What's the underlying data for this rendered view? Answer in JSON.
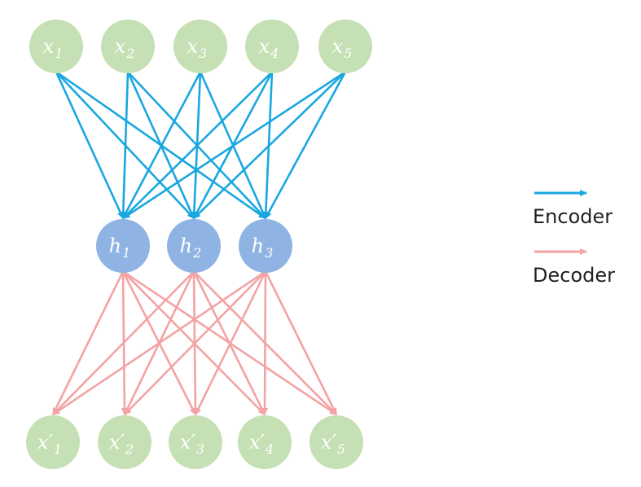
{
  "colors": {
    "input_node": "#c5e0b4",
    "hidden_node": "#8fb4e3",
    "output_node": "#c5e0b4",
    "encoder_edge": "#1aa7e0",
    "decoder_edge": "#f3a3a3"
  },
  "input_nodes": [
    {
      "var": "x",
      "sub": "1"
    },
    {
      "var": "x",
      "sub": "2"
    },
    {
      "var": "x",
      "sub": "3"
    },
    {
      "var": "x",
      "sub": "4"
    },
    {
      "var": "x",
      "sub": "5"
    }
  ],
  "hidden_nodes": [
    {
      "var": "h",
      "sub": "1"
    },
    {
      "var": "h",
      "sub": "2"
    },
    {
      "var": "h",
      "sub": "3"
    }
  ],
  "output_nodes": [
    {
      "var": "x′",
      "sub": "1"
    },
    {
      "var": "x′",
      "sub": "2"
    },
    {
      "var": "x′",
      "sub": "3"
    },
    {
      "var": "x′",
      "sub": "4"
    },
    {
      "var": "x′",
      "sub": "5"
    }
  ],
  "legend": {
    "encoder_label": "Encoder",
    "decoder_label": "Decoder"
  }
}
